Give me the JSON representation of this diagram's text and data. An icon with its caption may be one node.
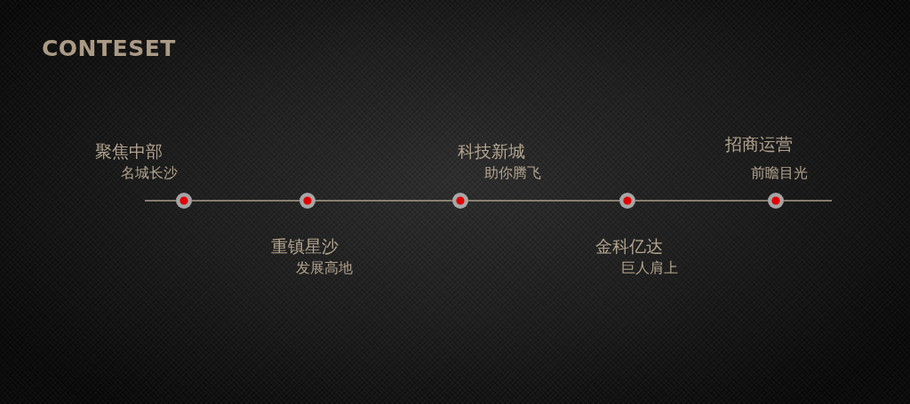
{
  "diagram": {
    "title": "CONTESET",
    "nodes": [
      {
        "text": [],
        "shape": "circle",
        "beside": [
          "聚焦中部",
          "名城长沙"
        ]
      },
      {
        "text": [],
        "shape": "circle",
        "beside": [
          "重镇星沙",
          "发展高地"
        ]
      },
      {
        "text": [],
        "shape": "circle",
        "beside": [
          "科技新城",
          "助你腾飞"
        ]
      },
      {
        "text": [],
        "shape": "circle",
        "beside": [
          "金科亿达",
          "巨人肩上"
        ]
      },
      {
        "text": [],
        "shape": "circle",
        "beside": [
          "招商运营",
          "前瞻目光"
        ]
      }
    ],
    "edges": [
      {
        "from": null,
        "to": 0,
        "arrow": "none"
      },
      {
        "from": 0,
        "to": 1,
        "arrow": "none"
      },
      {
        "from": 1,
        "to": 2,
        "arrow": "none"
      },
      {
        "from": 2,
        "to": 3,
        "arrow": "none"
      },
      {
        "from": 3,
        "to": 4,
        "arrow": "none"
      },
      {
        "from": 4,
        "to": null,
        "arrow": "none"
      }
    ]
  }
}
